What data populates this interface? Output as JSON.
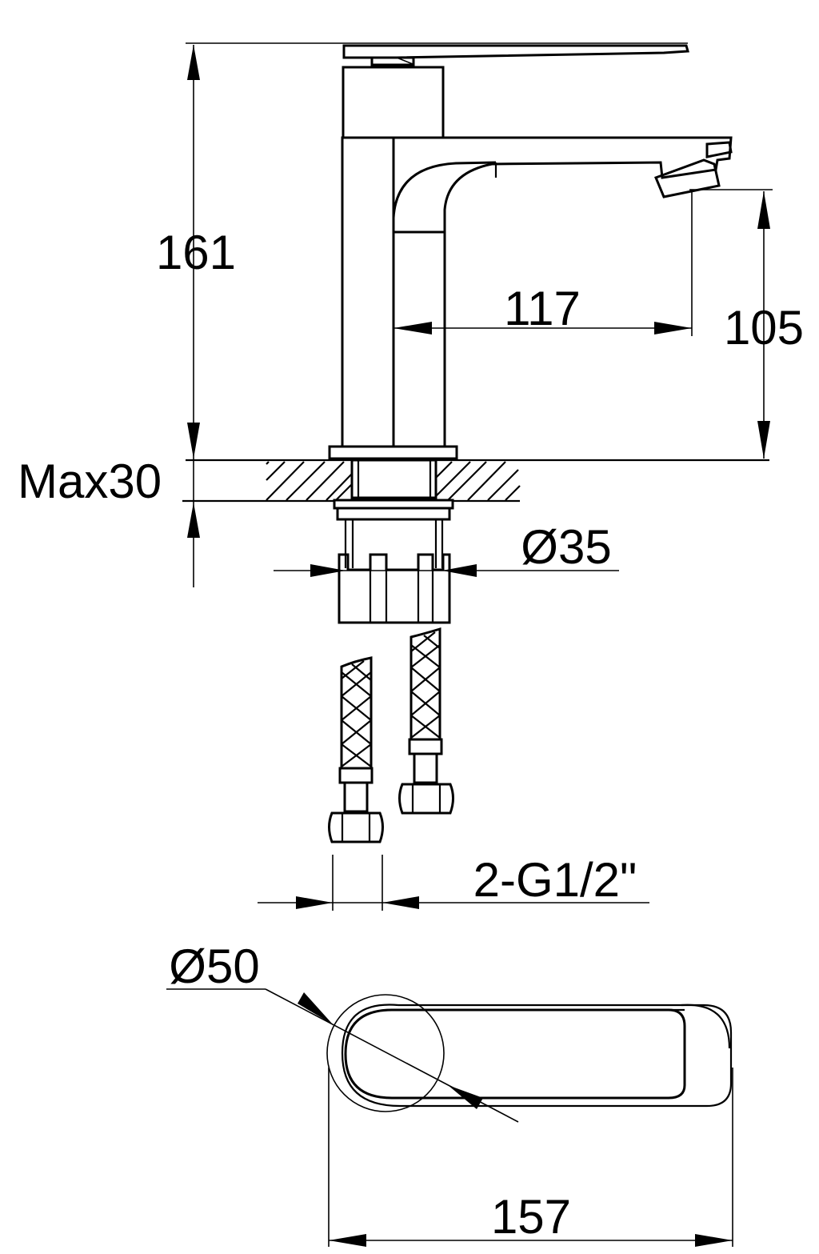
{
  "dimensions": {
    "total_height": "161",
    "spout_reach": "117",
    "spout_height": "105",
    "max_deck_thickness": "Max30",
    "shank_diameter": "Ø35",
    "hose_connection": "2-G1/2\"",
    "base_diameter": "Ø50",
    "total_length": "157"
  }
}
